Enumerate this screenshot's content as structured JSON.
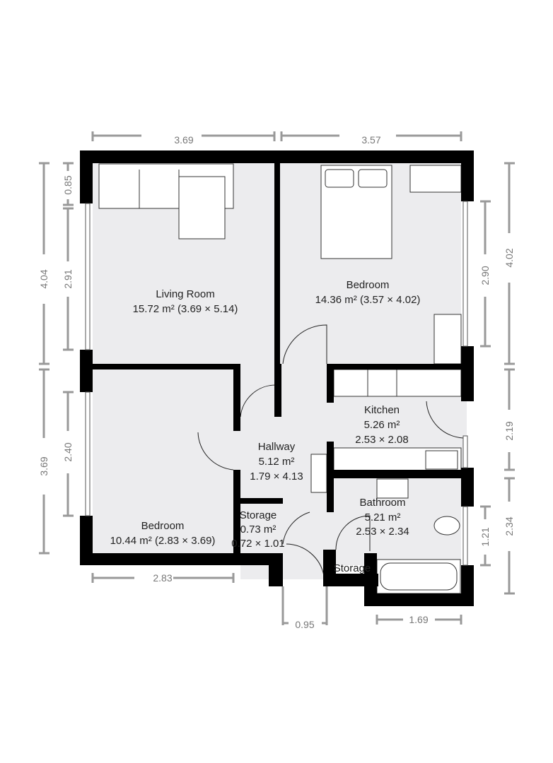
{
  "rooms": [
    {
      "name": "Living Room",
      "area": "15.72 m² (3.69 × 5.14)"
    },
    {
      "name": "Bedroom",
      "area": "14.36 m² (3.57 × 4.02)"
    },
    {
      "name": "Kitchen",
      "area": "5.26 m²",
      "dims": "2.53 × 2.08"
    },
    {
      "name": "Hallway",
      "area": "5.12 m²",
      "dims": "1.79 × 4.13"
    },
    {
      "name": "Bathroom",
      "area": "5.21 m²",
      "dims": "2.53 × 2.34"
    },
    {
      "name": "Storage",
      "area": "0.73 m²",
      "dims": "0.72 × 1.01"
    },
    {
      "name": "Bedroom",
      "area": "10.44 m² (2.83 × 3.69)"
    },
    {
      "name": "Storage"
    }
  ],
  "dimensions": {
    "top_left": "3.69",
    "top_right": "3.57",
    "left_outer_top": "0.85",
    "left_outer_mid": "4.04",
    "left_inner_top": "2.91",
    "left_outer_bottom": "3.69",
    "left_inner_bottom": "2.40",
    "right_inner_top": "2.90",
    "right_outer_top": "4.02",
    "right_kitchen": "2.19",
    "right_bath_inner": "1.21",
    "right_bath_outer": "2.34",
    "bottom_bedroom": "2.83",
    "bottom_hall": "0.95",
    "bottom_bath": "1.69"
  },
  "colors": {
    "wall": "#000000",
    "floor": "#ececee",
    "dimension": "#999999"
  }
}
